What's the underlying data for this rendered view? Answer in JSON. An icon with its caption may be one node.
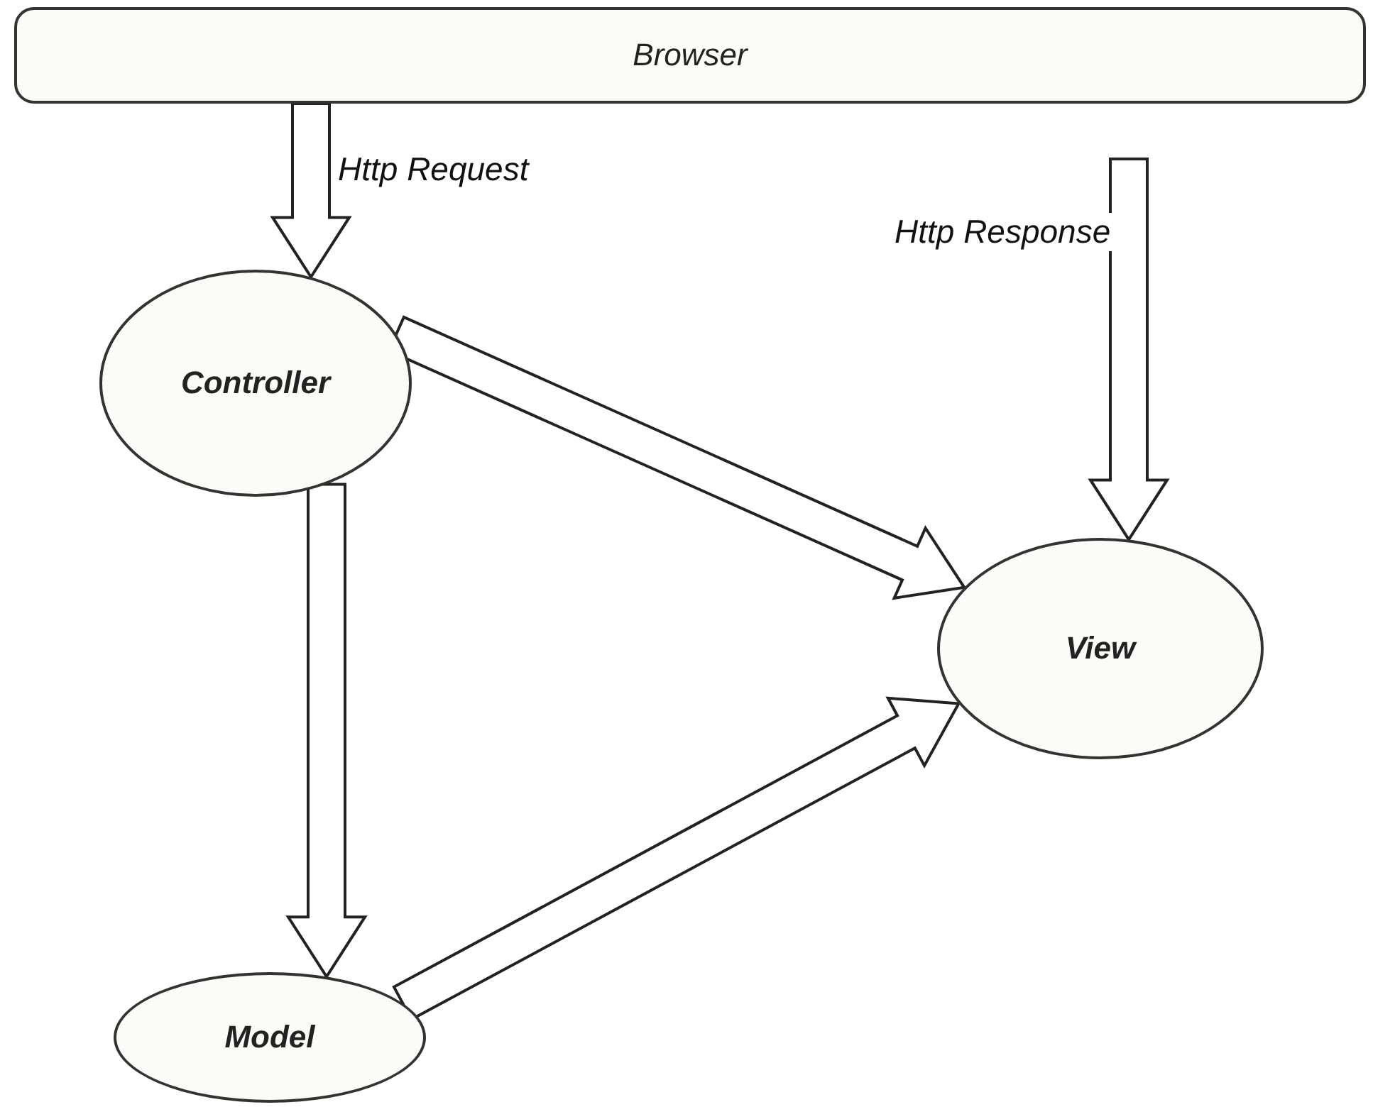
{
  "diagram": {
    "nodes": [
      {
        "text": [
          "Browser"
        ]
      },
      {
        "text": [
          "Controller"
        ]
      },
      {
        "text": [
          "View"
        ]
      },
      {
        "text": [
          "Model"
        ]
      }
    ],
    "edges": [
      {
        "from": 0,
        "to": 1,
        "arrow": "to",
        "label": "Http Request"
      },
      {
        "from": null,
        "to": 2,
        "arrow": "to",
        "label": "Http Response"
      },
      {
        "from": 1,
        "to": 2,
        "arrow": "to"
      },
      {
        "from": 1,
        "to": 3,
        "arrow": "to"
      },
      {
        "from": 3,
        "to": 2,
        "arrow": "to"
      }
    ]
  }
}
